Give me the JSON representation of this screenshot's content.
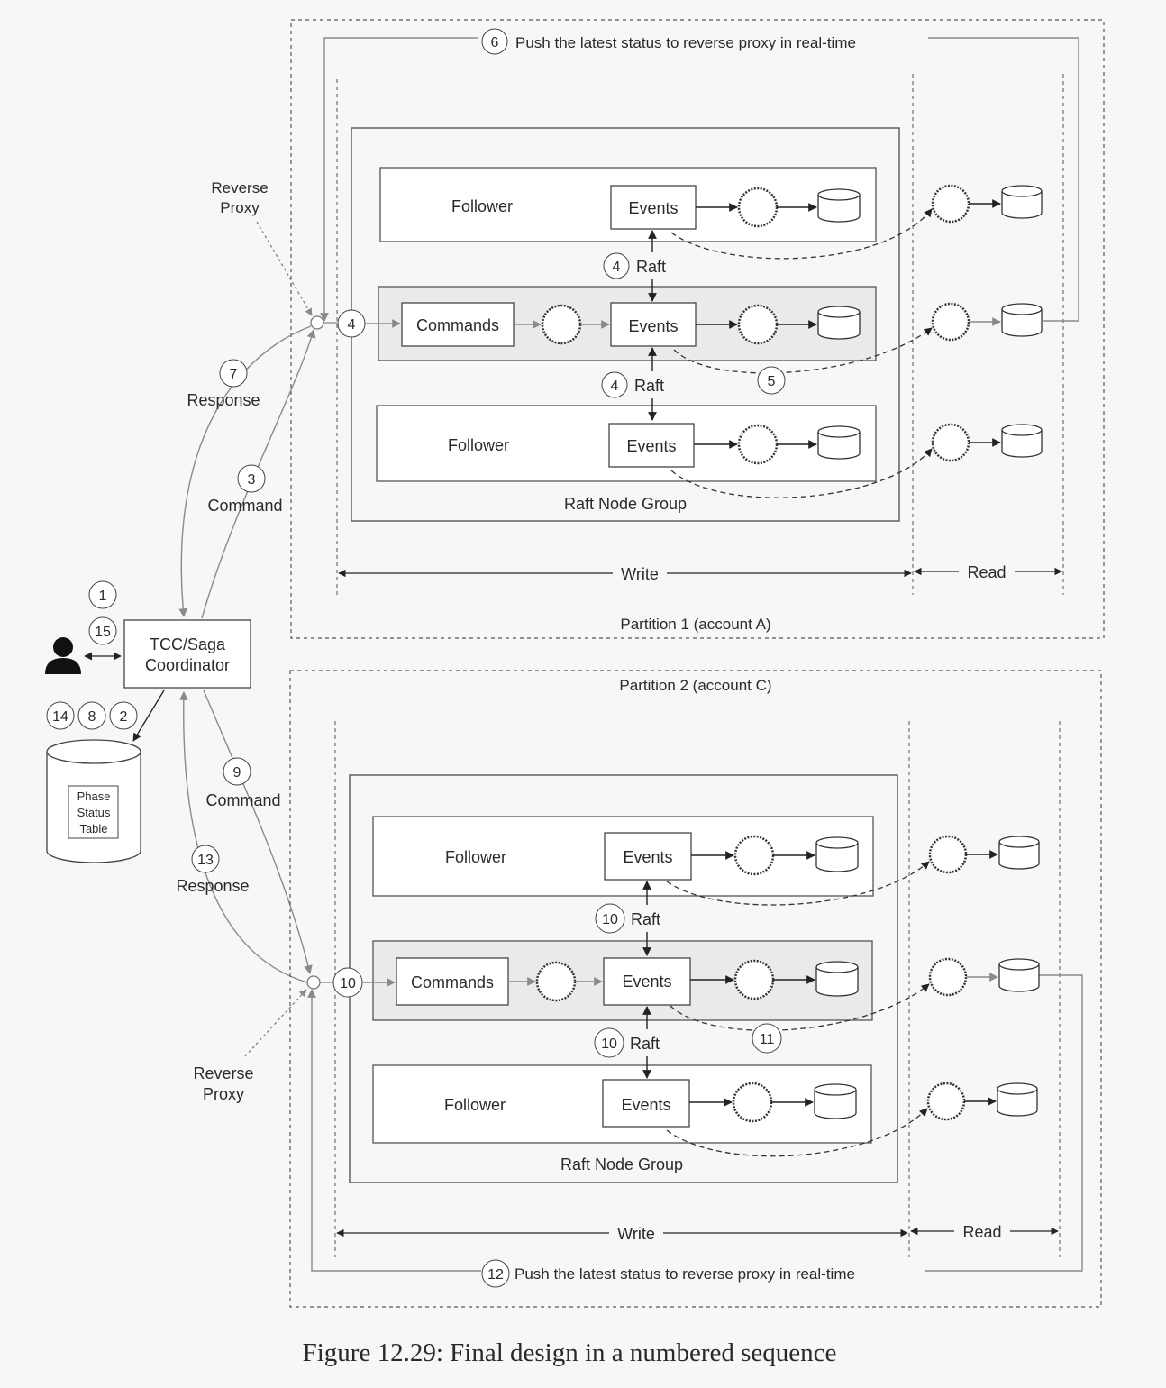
{
  "partition1": {
    "title": "Partition 1 (account A)",
    "push_step": "6",
    "push_label": "Push the latest status to reverse proxy in real-time",
    "entry_step": "4",
    "raft_step_upper": "4",
    "raft_step_lower": "4",
    "read_step": "5",
    "group_label": "Raft Node Group",
    "write_label": "Write",
    "read_label": "Read"
  },
  "partition2": {
    "title": "Partition 2 (account C)",
    "push_step": "12",
    "push_label": "Push the latest status to reverse proxy in real-time",
    "entry_step": "10",
    "raft_step_upper": "10",
    "raft_step_lower": "10",
    "read_step": "11",
    "group_label": "Raft Node Group",
    "write_label": "Write",
    "read_label": "Read"
  },
  "labels": {
    "follower": "Follower",
    "events": "Events",
    "commands": "Commands",
    "raft": "Raft",
    "reverse_proxy_line1": "Reverse",
    "reverse_proxy_line2": "Proxy",
    "response": "Response",
    "command": "Command",
    "coordinator_line1": "TCC/Saga",
    "coordinator_line2": "Coordinator",
    "phase_line1": "Phase",
    "phase_line2": "Status",
    "phase_line3": "Table"
  },
  "steps": {
    "user_out": "1",
    "user_back": "15",
    "db_a": "14",
    "db_b": "8",
    "db_c": "2",
    "cmd_a": "3",
    "resp_a": "7",
    "cmd_c": "9",
    "resp_c": "13"
  },
  "caption": "Figure 12.29: Final design in a numbered sequence"
}
